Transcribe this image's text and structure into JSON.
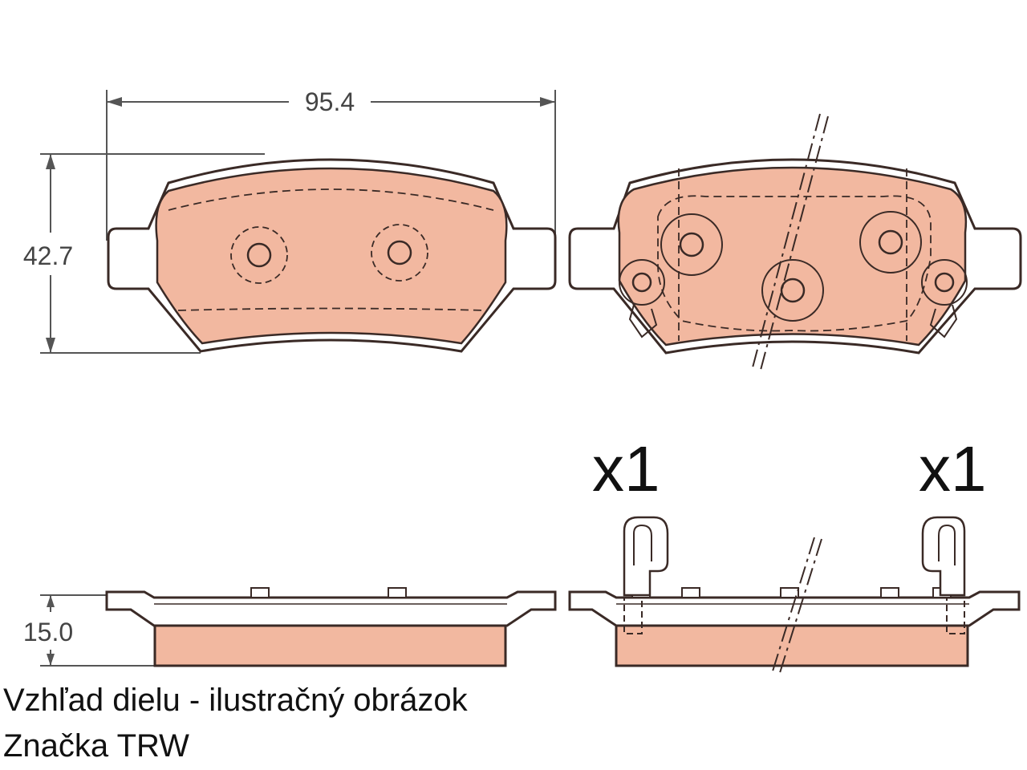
{
  "drawing": {
    "dimensions": {
      "width": "95.4",
      "height": "42.7",
      "thickness": "15.0"
    },
    "quantities": {
      "left_pad": "x1",
      "right_pad": "x1"
    },
    "colors": {
      "friction_material": "#f2b8a0",
      "line": "#3a2a26",
      "dimension_line": "#555555"
    }
  },
  "caption": {
    "line1": "Vzhľad dielu - ilustračný obrázok",
    "line2": "Značka TRW"
  }
}
